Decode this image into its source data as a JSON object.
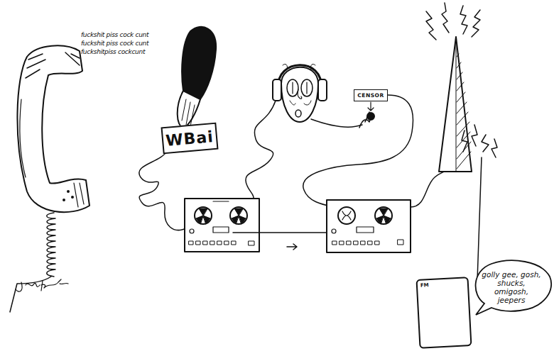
{
  "diagram": {
    "nodes": [
      {
        "text": [
          "WBai"
        ]
      },
      {
        "text": [
          "CENSOR"
        ]
      },
      {
        "text": [
          "FM"
        ]
      },
      {
        "text": [
          "golly gee, gosh, shucks, omigosh, jeepers"
        ]
      }
    ],
    "labels": [
      "fuckshit piss cock cunt",
      "fuckshit piss cock cunt",
      "fuckshitpiss cockcunt"
    ]
  }
}
